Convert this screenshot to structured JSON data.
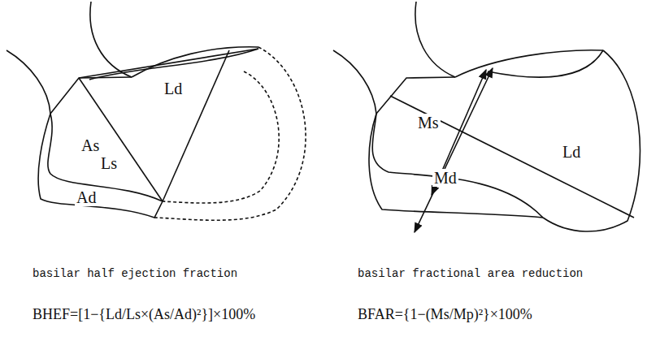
{
  "diagram": {
    "labels": [
      "Ld",
      "As",
      "Ls",
      "Ad",
      "Ms",
      "Md",
      "Ld",
      "basilar half ejection fraction",
      "basilar fractional area reduction",
      "BHEF=[1−{Ld/Ls×(As/Ad)²}]×100%",
      "BFAR={1−(Ms/Mp)²}×100%"
    ]
  }
}
